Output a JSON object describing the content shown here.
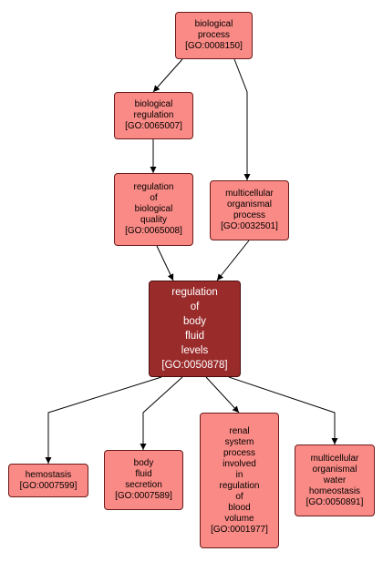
{
  "nodes": {
    "bp": {
      "lines": [
        "biological",
        "process",
        "[GO:0008150]"
      ],
      "focus": false
    },
    "br": {
      "lines": [
        "biological",
        "regulation",
        "[GO:0065007]"
      ],
      "focus": false
    },
    "rbq": {
      "lines": [
        "regulation",
        "of",
        "biological",
        "quality",
        "[GO:0065008]"
      ],
      "focus": false
    },
    "mop": {
      "lines": [
        "multicellular",
        "organismal",
        "process",
        "[GO:0032501]"
      ],
      "focus": false
    },
    "rbfl": {
      "lines": [
        "regulation",
        "of",
        "body",
        "fluid",
        "levels",
        "[GO:0050878]"
      ],
      "focus": true
    },
    "hem": {
      "lines": [
        "hemostasis",
        "[GO:0007599]"
      ],
      "focus": false
    },
    "bfs": {
      "lines": [
        "body",
        "fluid",
        "secretion",
        "[GO:0007589]"
      ],
      "focus": false
    },
    "rspv": {
      "lines": [
        "renal",
        "system",
        "process",
        "involved",
        "in",
        "regulation",
        "of",
        "blood",
        "volume",
        "[GO:0001977]"
      ],
      "focus": false
    },
    "mowh": {
      "lines": [
        "multicellular",
        "organismal",
        "water",
        "homeostasis",
        "[GO:0050891]"
      ],
      "focus": false
    }
  },
  "edges": [
    [
      "bp",
      "br"
    ],
    [
      "bp",
      "mop"
    ],
    [
      "br",
      "rbq"
    ],
    [
      "rbq",
      "rbfl"
    ],
    [
      "mop",
      "rbfl"
    ],
    [
      "rbfl",
      "hem"
    ],
    [
      "rbfl",
      "bfs"
    ],
    [
      "rbfl",
      "rspv"
    ],
    [
      "rbfl",
      "mowh"
    ]
  ],
  "colors": {
    "node_fill": "#fa8a85",
    "focus_fill": "#9a2b2b",
    "border": "#6b1b1b",
    "edge": "#000000"
  }
}
